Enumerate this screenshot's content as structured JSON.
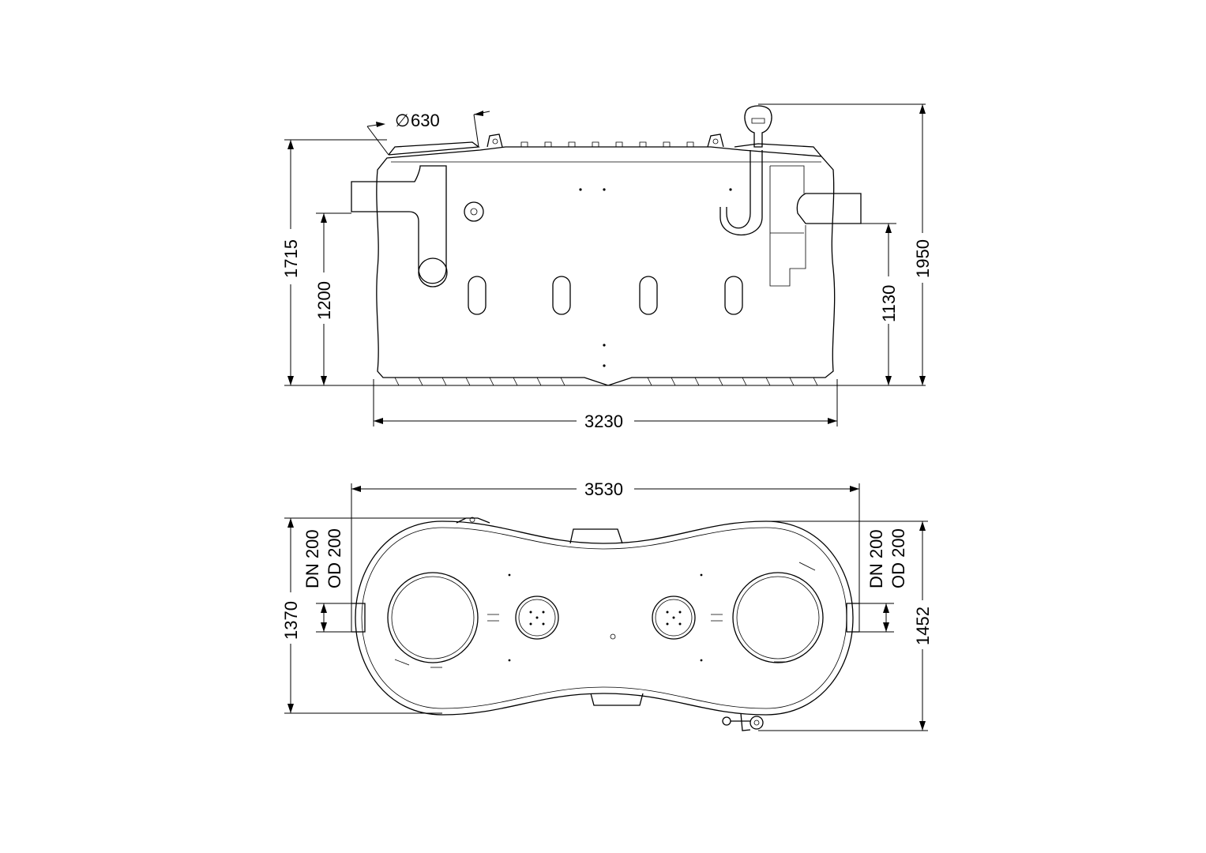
{
  "drawing": {
    "side_view": {
      "dims": {
        "manhole_diameter": "630",
        "diameter_symbol": "∅",
        "height_total_left": "1715",
        "inlet_height": "1200",
        "outlet_height": "1130",
        "height_total_right": "1950",
        "length": "3230"
      }
    },
    "top_view": {
      "dims": {
        "total_length": "3530",
        "width_left": "1370",
        "width_right": "1452",
        "inlet_dn": "DN 200",
        "inlet_od": "OD 200",
        "outlet_dn": "DN 200",
        "outlet_od": "OD 200"
      }
    }
  }
}
